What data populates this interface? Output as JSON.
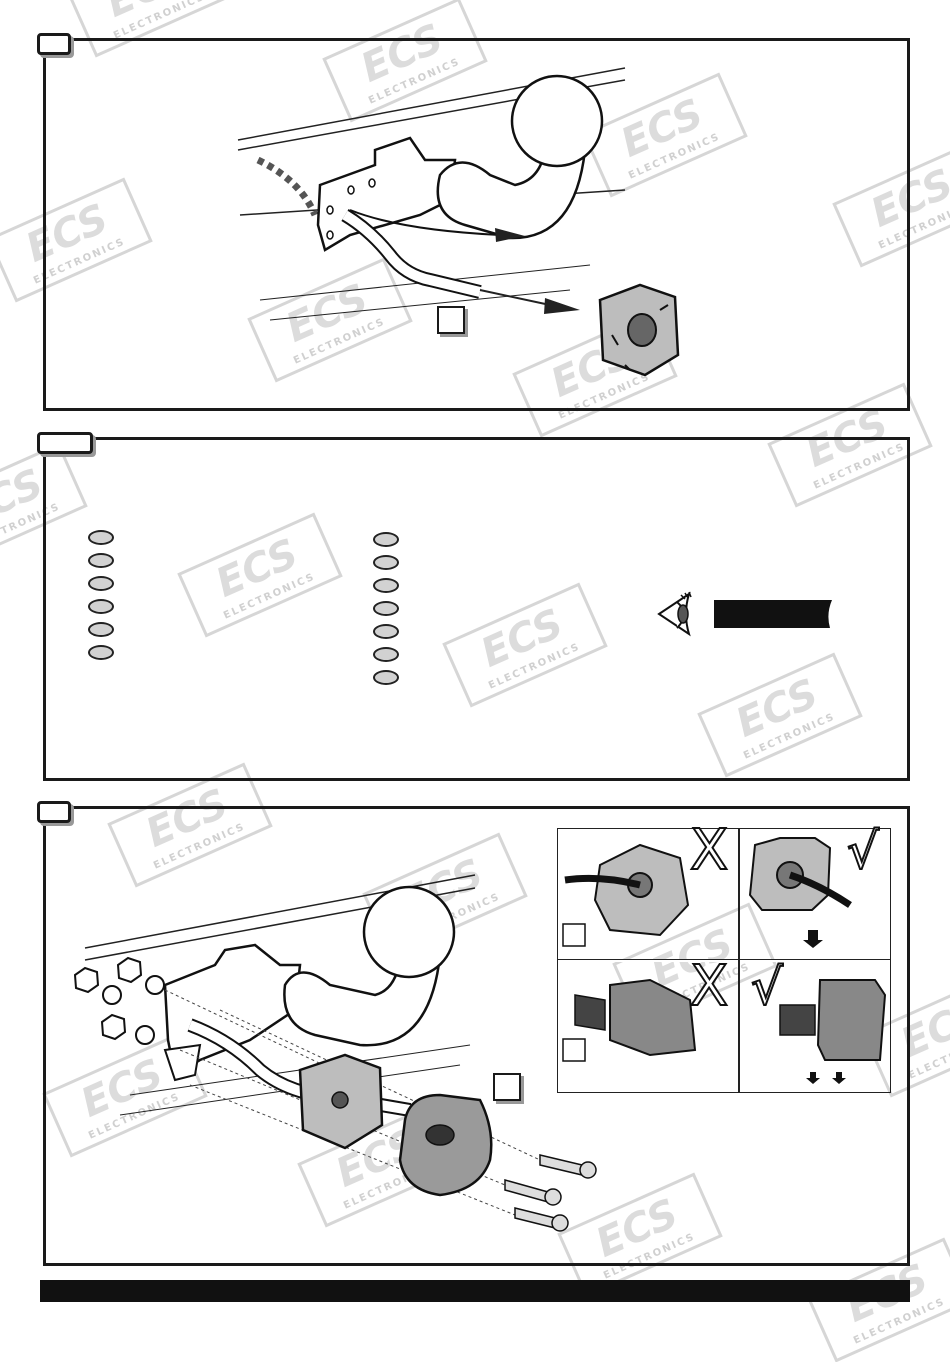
{
  "document": {
    "watermark": {
      "text": "ECS",
      "subtext": "ELECTRONICS"
    },
    "panels": [
      {
        "name": "wiring-routing-step"
      },
      {
        "name": "pin-assignment-step",
        "pin_count_left": 6,
        "pin_count_right": 7
      },
      {
        "name": "socket-mounting-step"
      }
    ],
    "inset": {
      "wrong_mark": "X",
      "right_mark": "√"
    }
  }
}
